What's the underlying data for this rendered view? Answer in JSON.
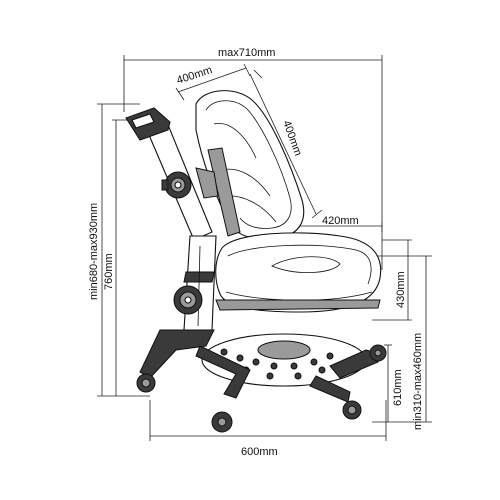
{
  "dimensions": {
    "overall_width": "max710mm",
    "backrest_width": "400mm",
    "backrest_height": "400mm",
    "seat_depth": "420mm",
    "total_height_range": "min680-max930mm",
    "total_height": "760mm",
    "seat_height_range": "min310-max460mm",
    "seat_back_height": "430mm",
    "base_height": "610mm",
    "base_width": "600mm"
  },
  "colors": {
    "line": "#111111",
    "dark_part": "#3a3a3a",
    "mid_part": "#9a9a9a"
  },
  "icons": [
    "knob-icon",
    "caster-icon"
  ]
}
